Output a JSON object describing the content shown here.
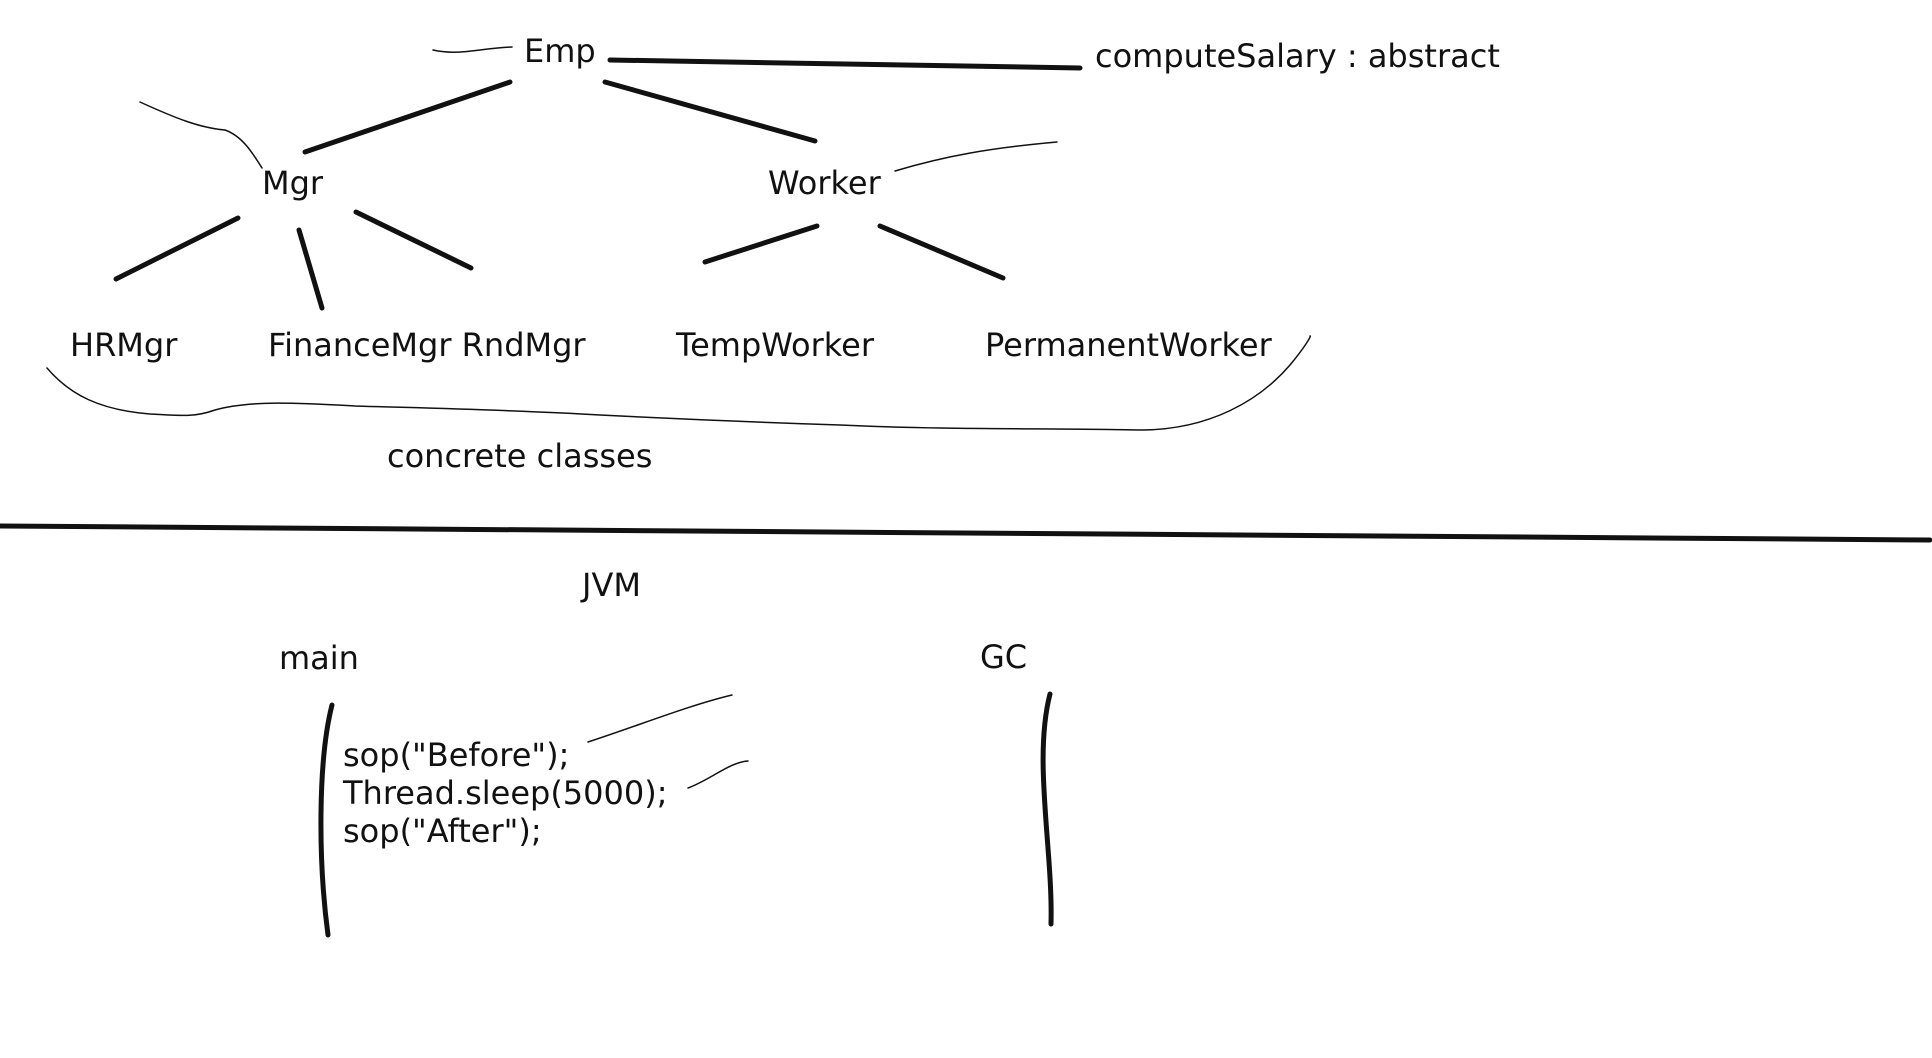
{
  "hierarchy": {
    "root": "Emp",
    "root_annotation": "computeSalary : abstract",
    "level1": [
      "Mgr",
      "Worker"
    ],
    "leaves": {
      "hr_mgr": "HRMgr",
      "finance_rnd_mgr": "FinanceMgr RndMgr",
      "temp_worker": "TempWorker",
      "permanent_worker": "PermanentWorker"
    },
    "brace_label": "concrete classes"
  },
  "jvm": {
    "title": "JVM",
    "main_label": "main",
    "gc_label": "GC",
    "main_code": [
      "sop(\"Before\");",
      "Thread.sleep(5000);",
      "sop(\"After\");"
    ]
  },
  "colors": {
    "ink": "#111111",
    "background": "#ffffff"
  }
}
